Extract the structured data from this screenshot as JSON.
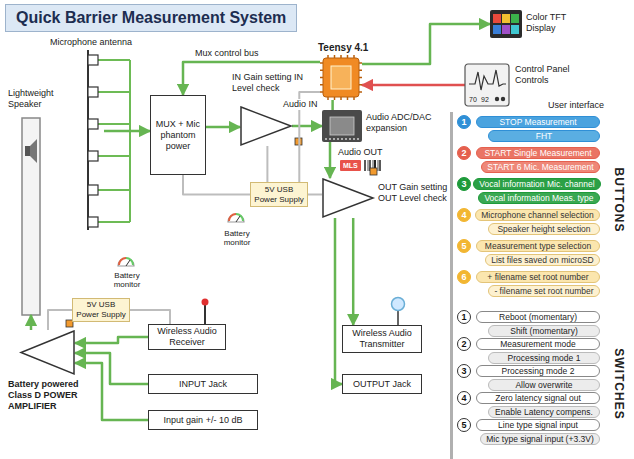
{
  "diagram": {
    "title": "Quick Barrier Measurement System",
    "nodes": [
      {
        "text": [
          "Microphone antenna"
        ]
      },
      {
        "text": [
          "Lightweight Speaker"
        ]
      },
      {
        "text": [
          "MUX + Mic phantom power"
        ]
      },
      {
        "text": [
          "IN Gain setting IN Level check"
        ]
      },
      {
        "text": [
          "Teensy 4.1"
        ]
      },
      {
        "text": [
          "Audio ADC/DAC expansion"
        ]
      },
      {
        "text": [
          "Color TFT Display"
        ]
      },
      {
        "text": [
          "Control Panel Controls"
        ]
      },
      {
        "text": [
          "5V USB Power Supply"
        ]
      },
      {
        "text": [
          "OUT Gain setting OUT Level check"
        ]
      },
      {
        "text": [
          "Wireless Audio Transmitter"
        ]
      },
      {
        "text": [
          "5V USB Power Supply"
        ]
      },
      {
        "text": [
          "Wireless Audio Receiver"
        ]
      },
      {
        "text": [
          "Battery powered Class D POWER AMPLIFIER"
        ]
      },
      {
        "text": [
          "INPUT Jack"
        ]
      },
      {
        "text": [
          "Input gain +/- 10 dB"
        ]
      },
      {
        "text": [
          "OUTPUT Jack"
        ]
      },
      {
        "text": [
          "STOP Measurement"
        ]
      },
      {
        "text": [
          "FHT"
        ]
      },
      {
        "text": [
          "START Single Measurement"
        ]
      },
      {
        "text": [
          "START 6 Mic. Measurement"
        ]
      },
      {
        "text": [
          "Vocal information Mic. channel"
        ]
      },
      {
        "text": [
          "Vocal information Meas. type"
        ]
      },
      {
        "text": [
          "Microphone channel selection"
        ]
      },
      {
        "text": [
          "Speaker height selection"
        ]
      },
      {
        "text": [
          "Measurement type selection"
        ]
      },
      {
        "text": [
          "List files saved on microSD"
        ]
      },
      {
        "text": [
          "+ filename set root number"
        ]
      },
      {
        "text": [
          "- filename set root number"
        ]
      },
      {
        "text": [
          "Reboot (momentary)"
        ]
      },
      {
        "text": [
          "Shift (momentary)"
        ]
      },
      {
        "text": [
          "Measurement mode"
        ]
      },
      {
        "text": [
          "Processing mode 1"
        ]
      },
      {
        "text": [
          "Processing mode 2"
        ]
      },
      {
        "text": [
          "Allow overwrite"
        ]
      },
      {
        "text": [
          "Zero latency signal out"
        ]
      },
      {
        "text": [
          "Enable Latency compens."
        ]
      },
      {
        "text": [
          "Line type signal input"
        ]
      },
      {
        "text": [
          "Mic type signal input (+3.3V)"
        ]
      }
    ],
    "edges": [
      {
        "from": 0,
        "to": 2,
        "arrow": "to"
      },
      {
        "from": 2,
        "to": 3,
        "arrow": "to"
      },
      {
        "from": 3,
        "to": 5,
        "arrow": "to"
      },
      {
        "from": 4,
        "to": 2,
        "arrow": "to"
      },
      {
        "from": 4,
        "to": 5,
        "arrow": "none"
      },
      {
        "from": 4,
        "to": 6,
        "arrow": "to"
      },
      {
        "from": 7,
        "to": 4,
        "arrow": "to"
      },
      {
        "from": 5,
        "to": 9,
        "arrow": "to"
      },
      {
        "from": 9,
        "to": 10,
        "arrow": "to"
      },
      {
        "from": 9,
        "to": 16,
        "arrow": "to"
      },
      {
        "from": 12,
        "to": 13,
        "arrow": "to"
      },
      {
        "from": 14,
        "to": 13,
        "arrow": "to"
      },
      {
        "from": 15,
        "to": 13,
        "arrow": "to"
      },
      {
        "from": 13,
        "to": 1,
        "arrow": "to"
      },
      {
        "from": 8,
        "to": 2,
        "arrow": "none"
      },
      {
        "from": 8,
        "to": 3,
        "arrow": "none"
      },
      {
        "from": 8,
        "to": 4,
        "arrow": "none"
      },
      {
        "from": 8,
        "to": 9,
        "arrow": "none"
      },
      {
        "from": 11,
        "to": 13,
        "arrow": "none"
      },
      {
        "from": 11,
        "to": 12,
        "arrow": "none"
      }
    ],
    "labels": [
      "Mux control bus",
      "Audio IN",
      "Audio OUT",
      "MLS",
      "Battery monitor",
      "Battery monitor",
      "User interface",
      "BUTTONS",
      "SWITCHES",
      "70",
      "92",
      "1",
      "2",
      "3",
      "4",
      "5",
      "6",
      "1",
      "2",
      "3",
      "4",
      "5"
    ]
  }
}
